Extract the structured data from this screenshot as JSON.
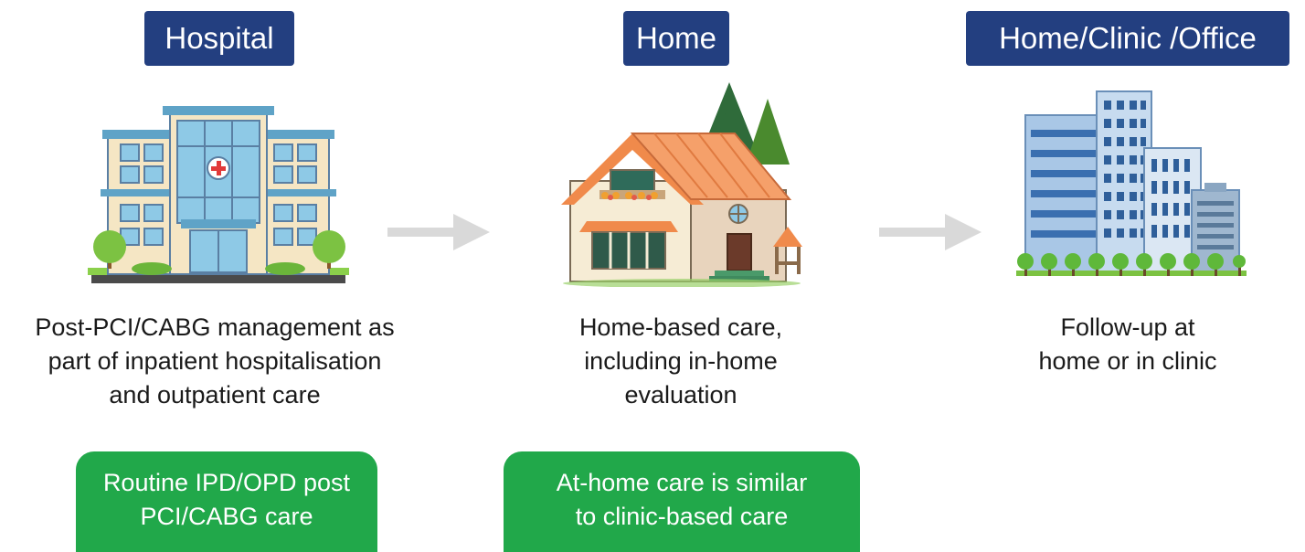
{
  "stages": [
    {
      "tag": "Hospital",
      "icon": "hospital-icon",
      "description_lines": [
        "Post-PCI/CABG management as",
        "part of inpatient hospitalisation",
        "and outpatient care"
      ],
      "note_lines": [
        "Routine IPD/OPD post",
        "PCI/CABG care"
      ]
    },
    {
      "tag": "Home",
      "icon": "house-icon",
      "description_lines": [
        "Home-based care,",
        "including in-home",
        "evaluation"
      ],
      "note_lines": [
        "At-home care is similar",
        "to clinic-based care"
      ]
    },
    {
      "tag": "Home/Clinic /Office",
      "icon": "office-buildings-icon",
      "description_lines": [
        "Follow-up at",
        "home or in clinic"
      ]
    }
  ],
  "colors": {
    "tag_bg": "#233f80",
    "note_bg": "#21a84a",
    "arrow": "#d9d9d9"
  }
}
